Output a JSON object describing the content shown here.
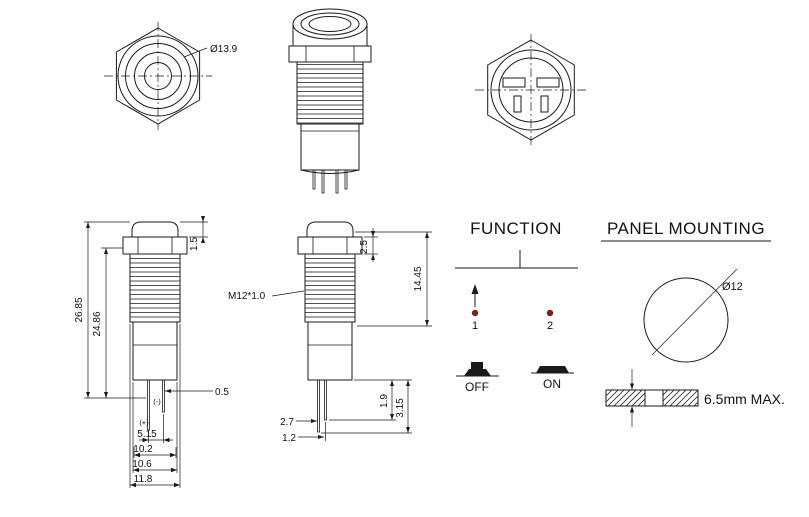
{
  "colors": {
    "line": "#1a1a1a",
    "indicator_dot": "#7f1d1d"
  },
  "top_view": {
    "diameter_label": "Ø13.9"
  },
  "front_view": {
    "total_height": "26.85",
    "body_height": "24.86",
    "cap_height": "1.5",
    "pin_thickness": "0.5",
    "positive_pin": "(+)",
    "negative_pin": "(-)",
    "pin_spacing": "5.15",
    "width_1": "10.2",
    "width_2": "10.6",
    "width_3": "11.8"
  },
  "thread_view": {
    "thread_spec": "M12*1.0",
    "flange_height": "2.5",
    "thread_length": "14.45",
    "pin_offset_1": "2.7",
    "pin_offset_2": "1.2",
    "pin_dim_1": "1.9",
    "pin_dim_2": "3.15"
  },
  "function": {
    "title": "FUNCTION",
    "position_1": "1",
    "position_2": "2",
    "off_label": "OFF",
    "on_label": "ON"
  },
  "panel_mounting": {
    "title": "PANEL MOUNTING",
    "hole_diameter": "Ø12",
    "max_thickness": "6.5mm MAX."
  }
}
